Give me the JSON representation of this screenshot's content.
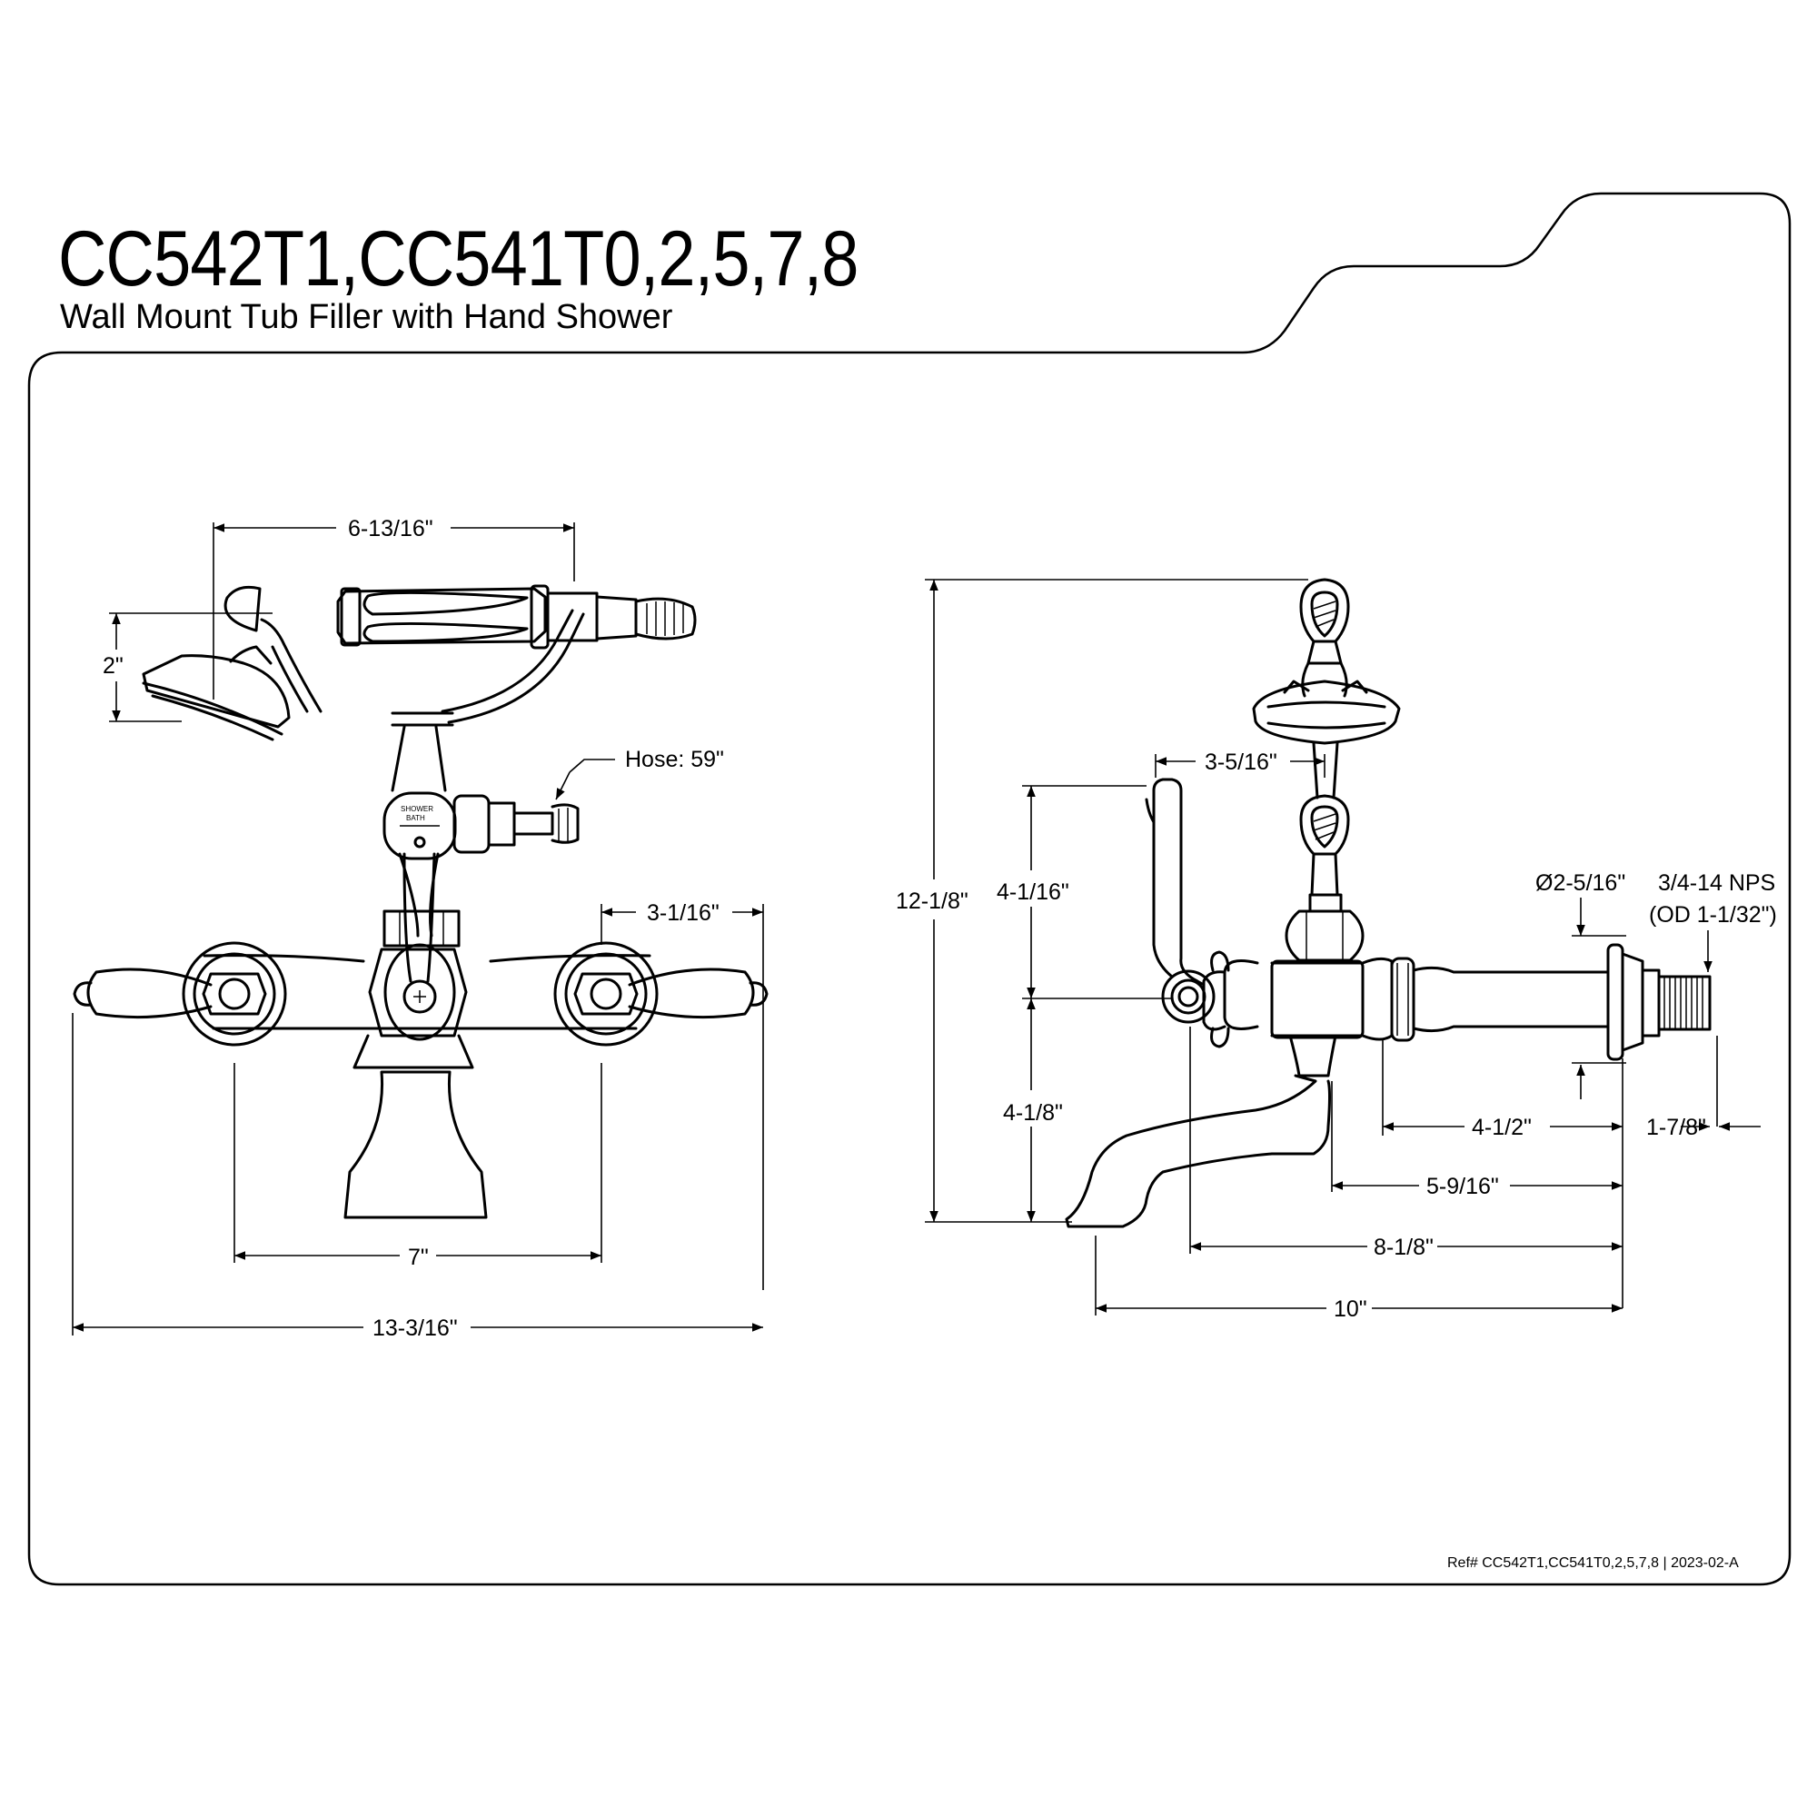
{
  "header": {
    "model": "CC542T1,CC541T0,2,5,7,8",
    "description": "Wall Mount Tub Filler with Hand Shower"
  },
  "front_view": {
    "dim_top_width": "6-13/16\"",
    "dim_handset_height": "2\"",
    "dim_hose": "Hose: 59\"",
    "dim_handle_offset": "3-1/16\"",
    "dim_centers": "7\"",
    "dim_overall_width": "13-3/16\"",
    "diverter_label_top": "SHOWER",
    "diverter_label_bottom": "BATH"
  },
  "side_view": {
    "dim_overall_height": "12-1/8\"",
    "dim_upper_height": "4-1/16\"",
    "dim_lower_height": "4-1/8\"",
    "dim_cradle_offset": "3-5/16\"",
    "dim_flange_diameter": "Ø2-5/16\"",
    "dim_thread_spec": "3/4-14 NPS",
    "dim_thread_od": "(OD 1-1/32\")",
    "dim_stem_length": "4-1/2\"",
    "dim_thread_length": "1-7/8\"",
    "dim_spout_to_wall": "5-9/16\"",
    "dim_body_to_wall": "8-1/8\"",
    "dim_spout_reach": "10\""
  },
  "footer": {
    "reference": "Ref# CC542T1,CC541T0,2,5,7,8 | 2023-02-A"
  }
}
